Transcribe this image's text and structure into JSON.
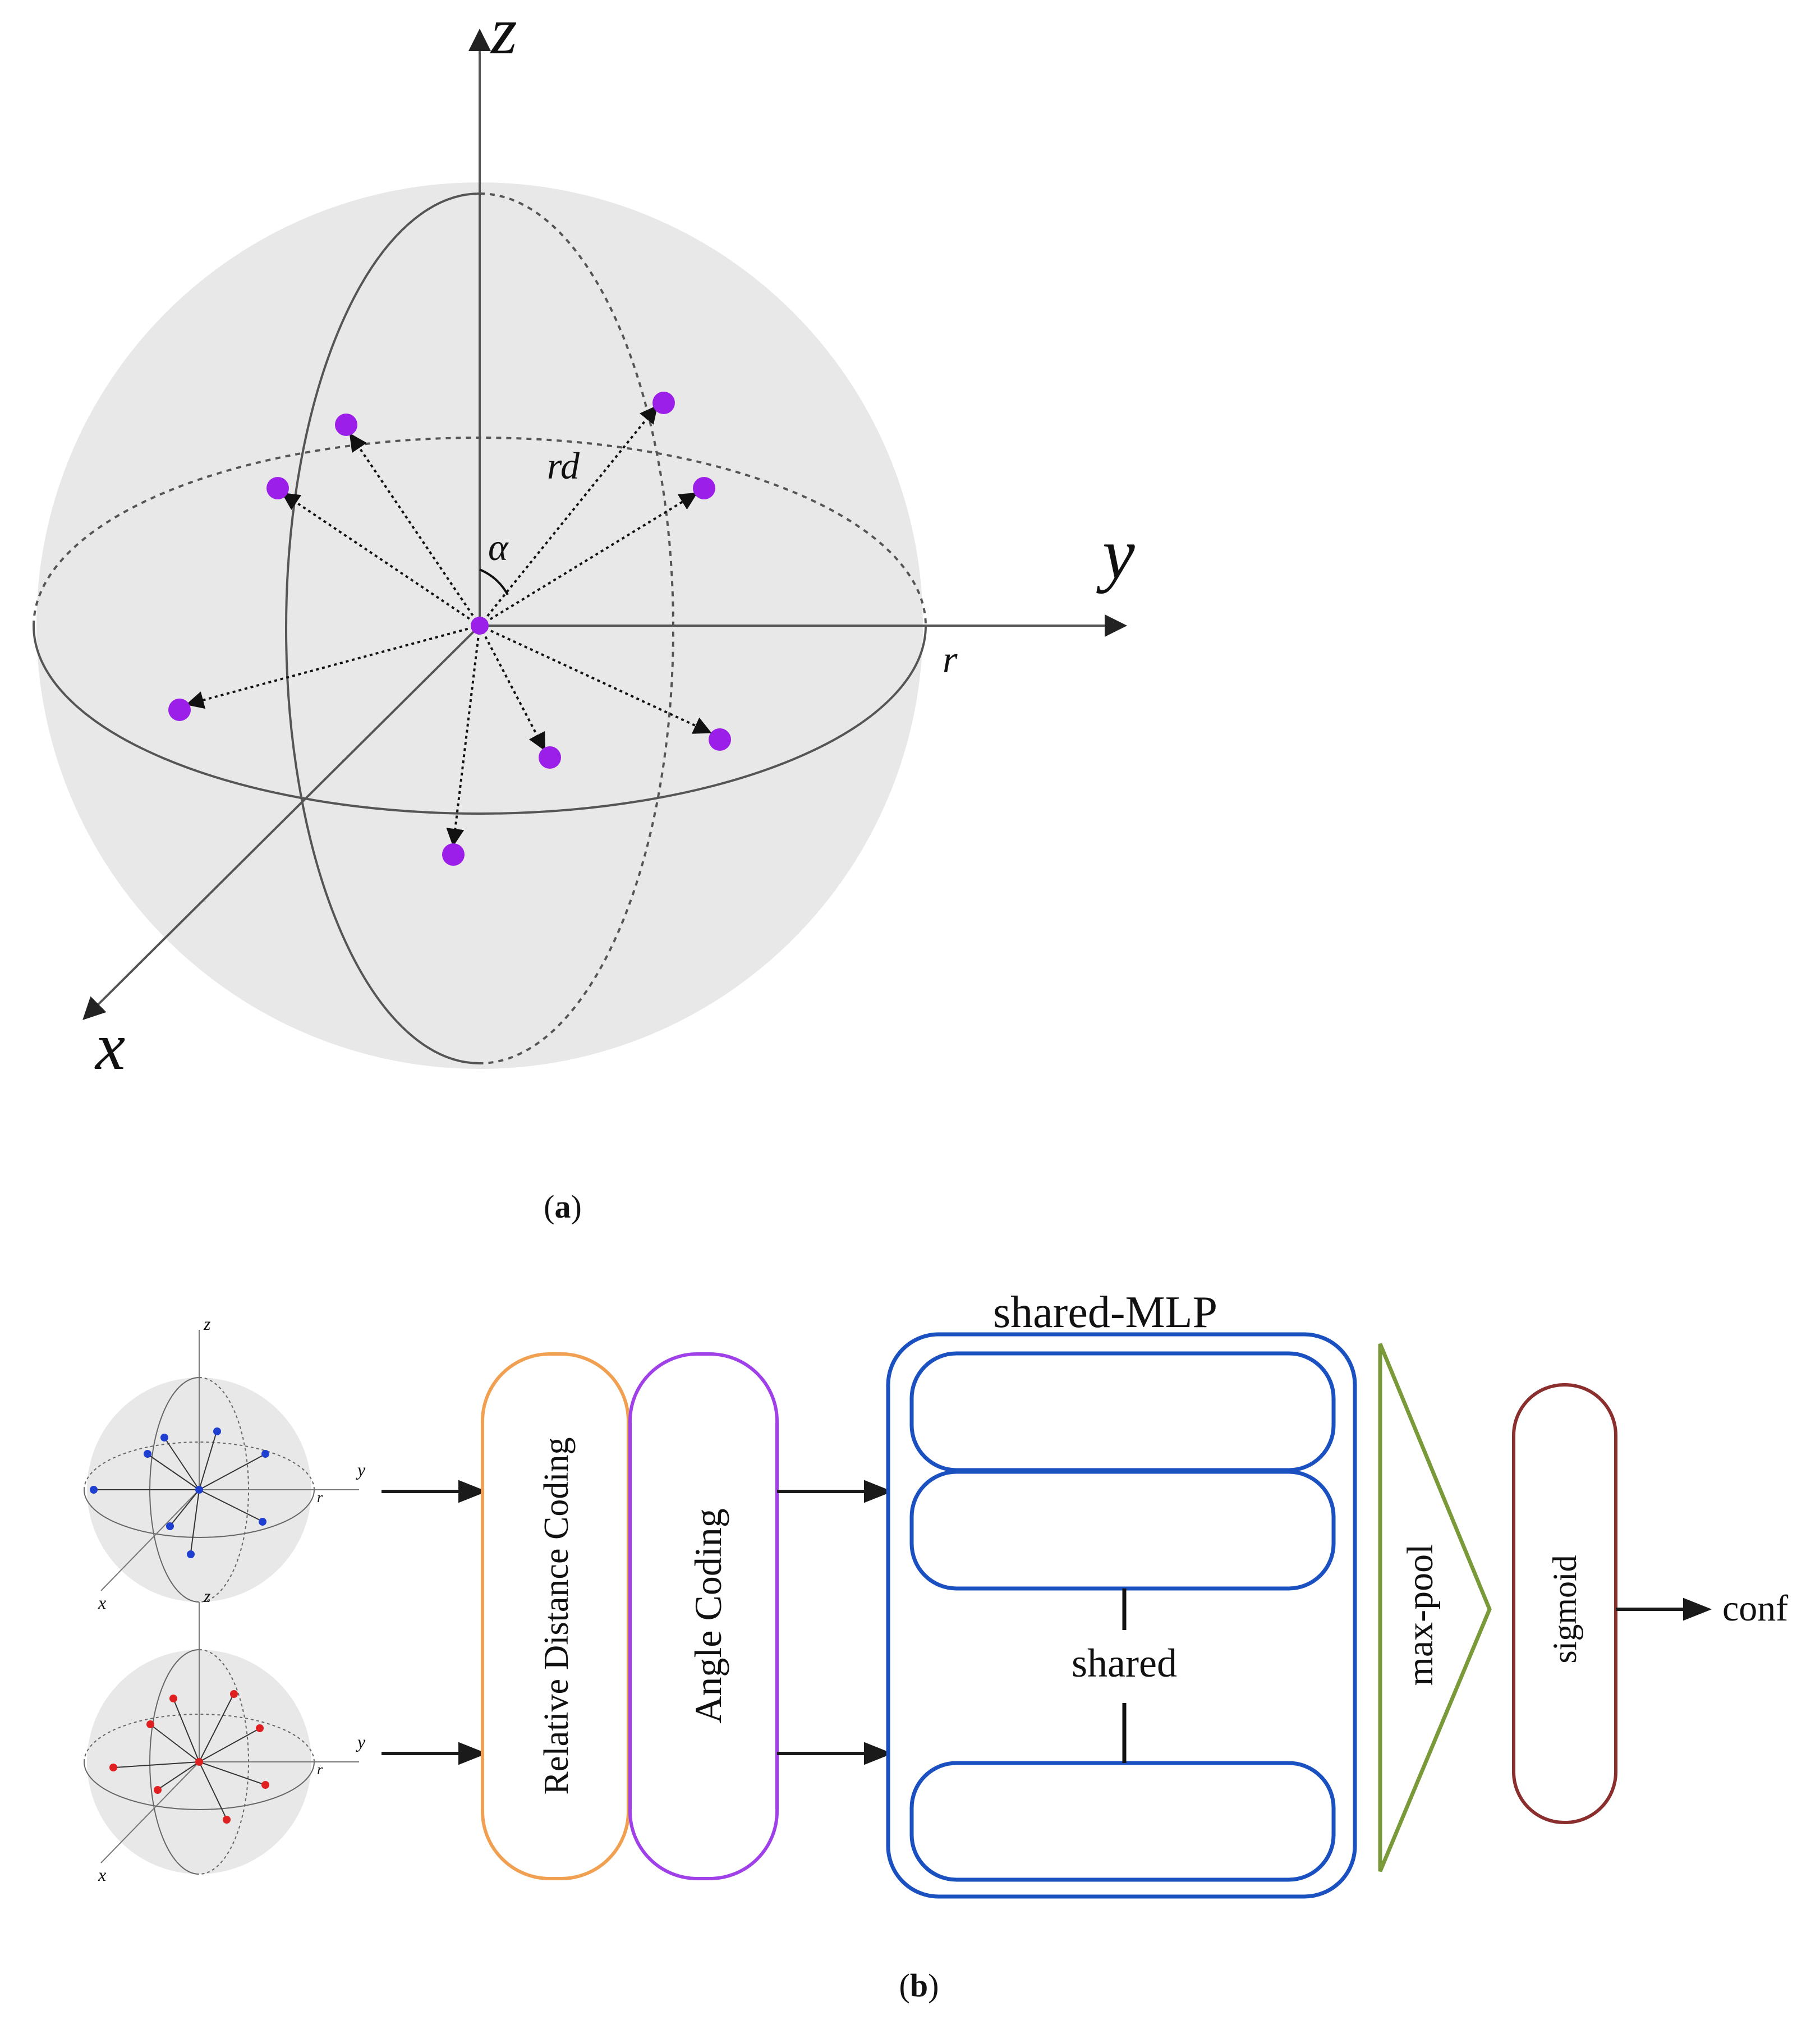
{
  "panel_a": {
    "axis_z": "z",
    "axis_y": "y",
    "axis_x": "x",
    "label_rd": "rd",
    "label_alpha": "α",
    "label_r": "r",
    "caption_open": "(",
    "caption_letter": "a",
    "caption_close": ")"
  },
  "panel_b": {
    "mini_axis_z": "z",
    "mini_axis_y": "y",
    "mini_axis_x": "x",
    "mini_axis_r": "r",
    "relative_distance_label": "Relative Distance Coding",
    "angle_coding_label": "Angle Coding",
    "shared_mlp_title": "shared-MLP",
    "shared_label": "shared",
    "max_pool_label": "max-pool",
    "sigmoid_label": "sigmoid",
    "output_label": "conf",
    "caption_open": "(",
    "caption_letter": "b",
    "caption_close": ")"
  },
  "colors": {
    "sphere_fill": "#e8e8e8",
    "point_a": "#9b1fe8",
    "point_blue": "#1f3fd0",
    "point_red": "#e02020",
    "relative_distance_border": "#f0a050",
    "angle_coding_border": "#a040e8",
    "mlp_border": "#1a50c0",
    "max_pool_border": "#7a9a3a",
    "sigmoid_border": "#8b2e2e"
  }
}
